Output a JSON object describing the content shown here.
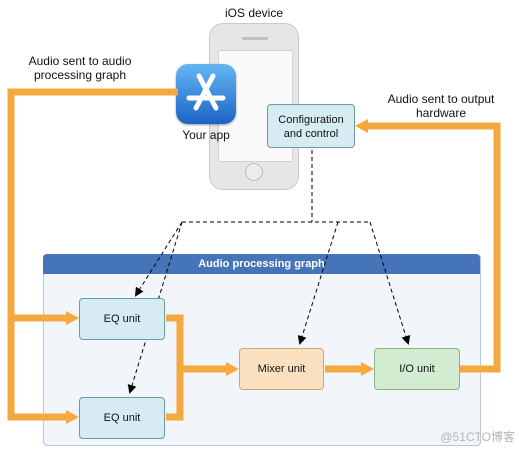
{
  "device_label": "iOS device",
  "app_label": "Your app",
  "config_label": "Configuration and control",
  "audio_in_label": "Audio sent to audio processing graph",
  "audio_out_label": "Audio sent to output hardware",
  "graph_title": "Audio processing graph",
  "units": {
    "eq_top": "EQ unit",
    "eq_bottom": "EQ unit",
    "mixer": "Mixer unit",
    "io": "I/O unit"
  },
  "watermark": "@51CTO博客",
  "colors": {
    "audio_flow": "#f3a93d",
    "graph_header": "#4674b8",
    "eq_fill": "#d6ecf2",
    "mixer_fill": "#fbe0c0",
    "io_fill": "#d3ebd0"
  }
}
